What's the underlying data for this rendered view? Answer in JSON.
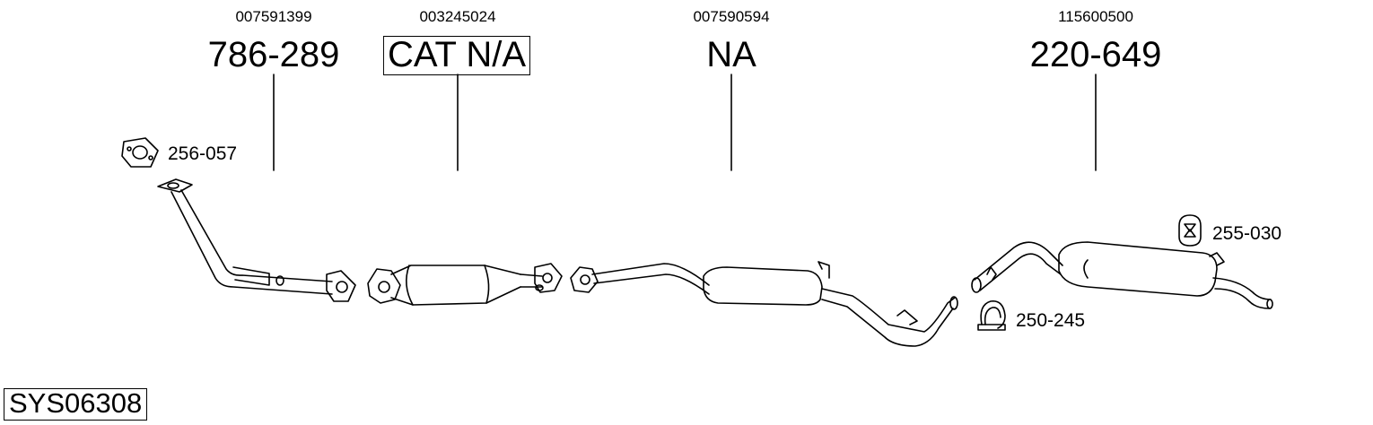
{
  "parts": [
    {
      "oem": "007591399",
      "number": "786-289",
      "boxed": false
    },
    {
      "oem": "003245024",
      "number": "CAT N/A",
      "boxed": true
    },
    {
      "oem": "007590594",
      "number": "NA",
      "boxed": false
    },
    {
      "oem": "115600500",
      "number": "220-649",
      "boxed": false
    }
  ],
  "accessories": [
    {
      "number": "256-057"
    },
    {
      "number": "255-030"
    },
    {
      "number": "250-245"
    }
  ],
  "system_id": "SYS06308"
}
